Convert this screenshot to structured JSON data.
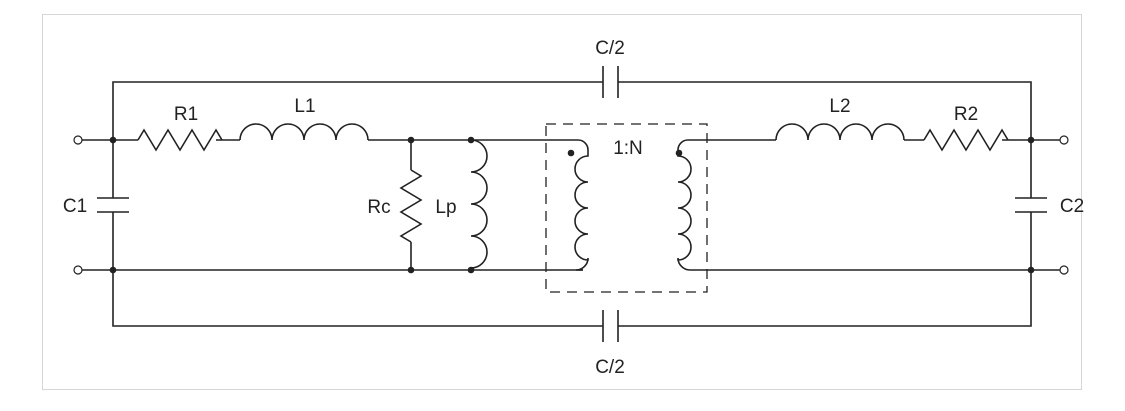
{
  "diagram": {
    "labels": {
      "c_half_top": "C/2",
      "c_half_bottom": "C/2",
      "r1": "R1",
      "l1": "L1",
      "c1": "C1",
      "rc": "Rc",
      "lp": "Lp",
      "ratio": "1:N",
      "l2": "L2",
      "r2": "R2",
      "c2": "C2"
    },
    "colors": {
      "line": "#222222",
      "border": "#d6d6d6",
      "background": "#ffffff"
    }
  }
}
